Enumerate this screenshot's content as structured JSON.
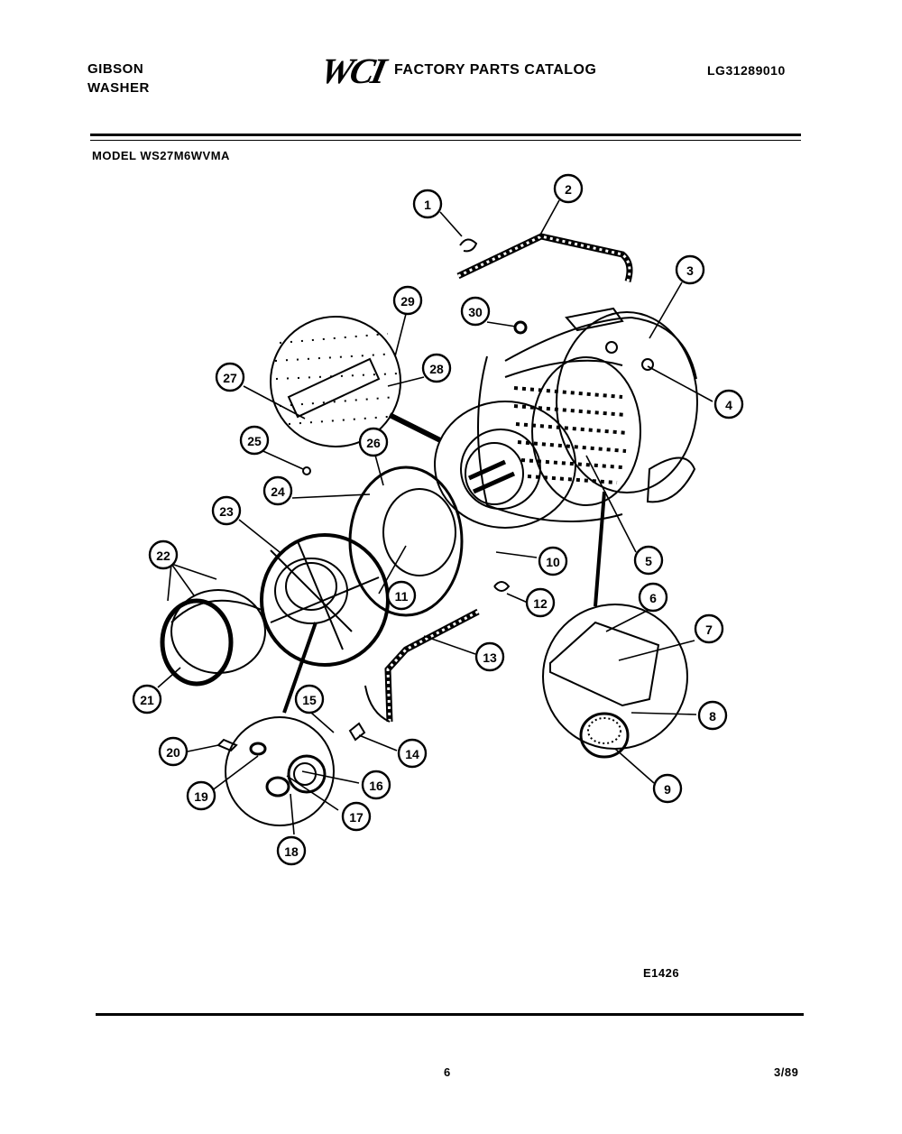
{
  "header": {
    "brand_line1": "GIBSON",
    "brand_line2": "WASHER",
    "logo_text": "WCI",
    "catalog_title": "FACTORY PARTS CATALOG",
    "document_id": "LG31289010"
  },
  "model_label": "MODEL WS27M6WVMA",
  "callouts": [
    "1",
    "2",
    "3",
    "4",
    "5",
    "6",
    "7",
    "8",
    "9",
    "10",
    "11",
    "12",
    "13",
    "14",
    "15",
    "16",
    "17",
    "18",
    "19",
    "20",
    "21",
    "22",
    "23",
    "24",
    "25",
    "26",
    "27",
    "28",
    "29",
    "30"
  ],
  "figure_id": "E1426",
  "footer": {
    "page_number": "6",
    "date": "3/89"
  }
}
